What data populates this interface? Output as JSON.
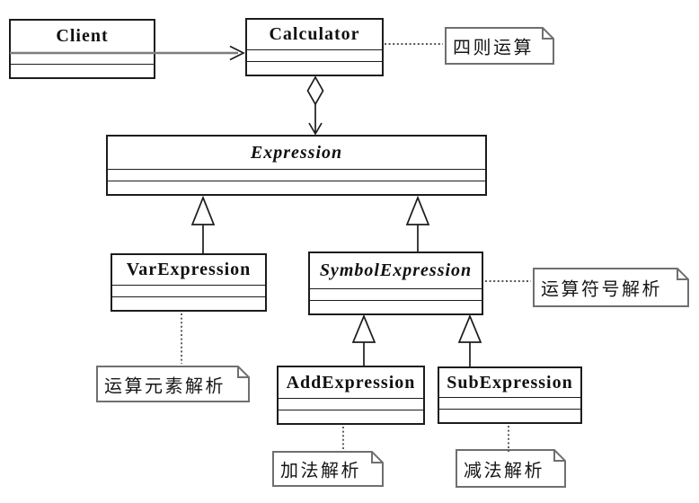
{
  "classes": [
    {
      "name": "Client",
      "italic": false
    },
    {
      "name": "Calculator",
      "italic": false
    },
    {
      "name": "Expression",
      "italic": true
    },
    {
      "name": "VarExpression",
      "italic": false
    },
    {
      "name": "SymbolExpression",
      "italic": true
    },
    {
      "name": "AddExpression",
      "italic": false
    },
    {
      "name": "SubExpression",
      "italic": false
    }
  ],
  "notes": [
    {
      "text": "四则运算"
    },
    {
      "text": "运算符号解析"
    },
    {
      "text": "运算元素解析"
    },
    {
      "text": "加法解析"
    },
    {
      "text": "减法解析"
    }
  ],
  "relationships": [
    {
      "type": "association",
      "from": "Client",
      "to": "Calculator",
      "arrow": "open"
    },
    {
      "type": "aggregation",
      "whole": "Calculator",
      "part": "Expression",
      "diamond": "hollow",
      "arrow": "open"
    },
    {
      "type": "generalization",
      "child": "VarExpression",
      "parent": "Expression"
    },
    {
      "type": "generalization",
      "child": "SymbolExpression",
      "parent": "Expression"
    },
    {
      "type": "generalization",
      "child": "AddExpression",
      "parent": "SymbolExpression"
    },
    {
      "type": "generalization",
      "child": "SubExpression",
      "parent": "SymbolExpression"
    },
    {
      "type": "note-link",
      "element": "Calculator",
      "note": "四则运算"
    },
    {
      "type": "note-link",
      "element": "SymbolExpression",
      "note": "运算符号解析"
    },
    {
      "type": "note-link",
      "element": "VarExpression",
      "note": "运算元素解析"
    },
    {
      "type": "note-link",
      "element": "AddExpression",
      "note": "加法解析"
    },
    {
      "type": "note-link",
      "element": "SubExpression",
      "note": "减法解析"
    }
  ],
  "colors": {
    "line": "#1c1c1c",
    "association_line": "#7d7d7d",
    "note_border": "#6f6f6f",
    "background": "#ffffff"
  }
}
